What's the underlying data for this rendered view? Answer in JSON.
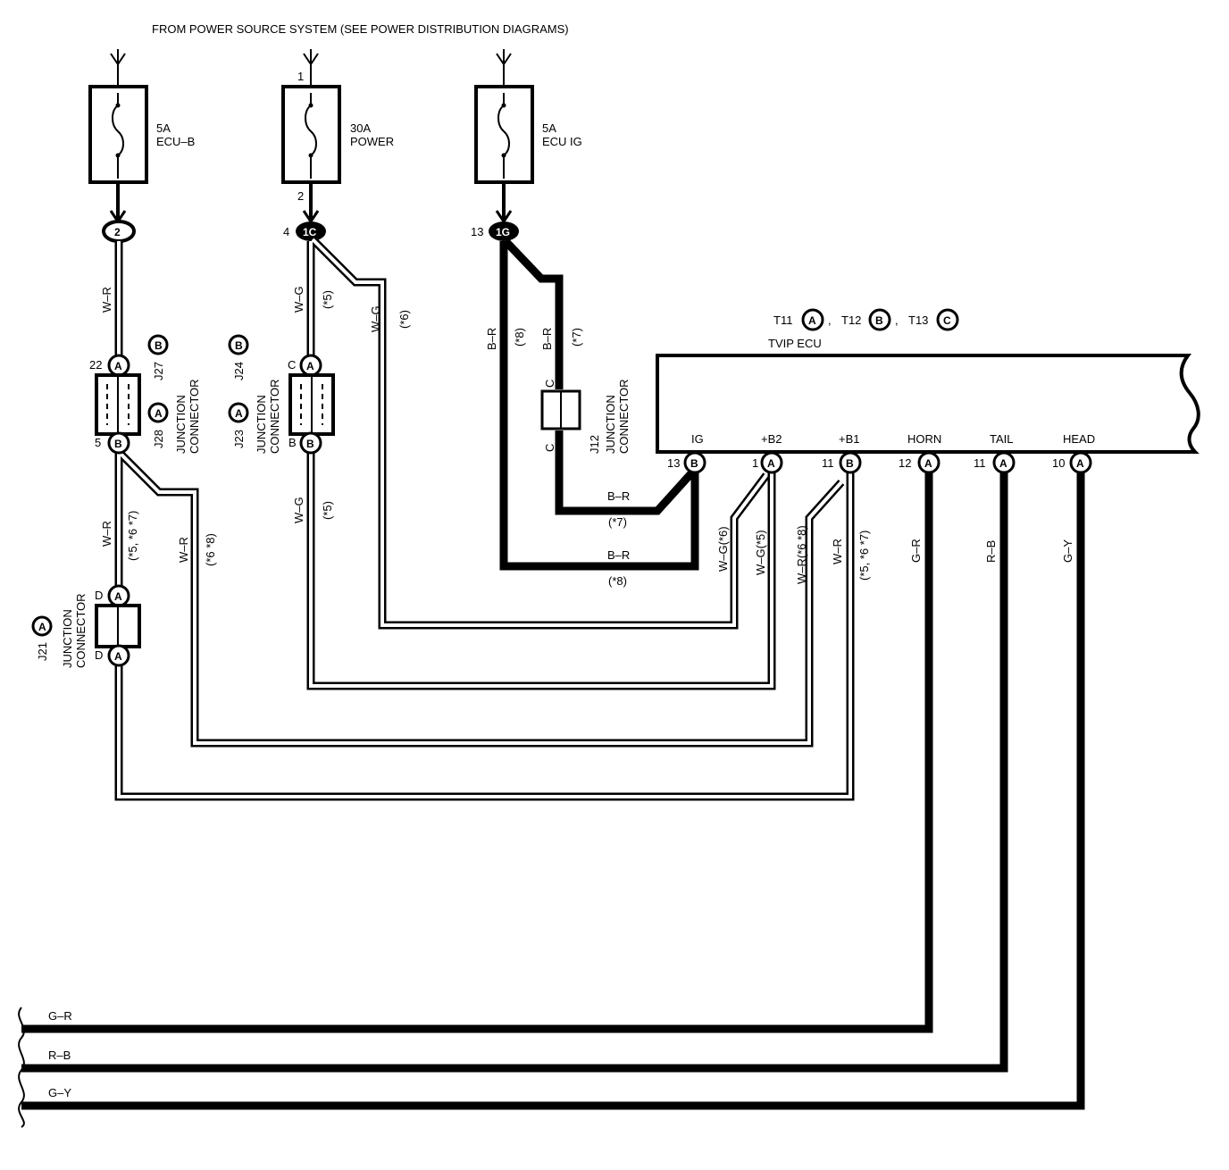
{
  "header": "FROM POWER SOURCE SYSTEM  (SEE POWER DISTRIBUTION DIAGRAMS)",
  "fuses": [
    {
      "rating": "5A",
      "name": "ECU–B"
    },
    {
      "rating": "30A",
      "name": "POWER"
    },
    {
      "rating": "5A",
      "name": "ECU IG"
    }
  ],
  "fuse_pins": {
    "power_in": "1",
    "power_out": "2"
  },
  "connectors_top": {
    "c1": {
      "label": "2"
    },
    "c2": {
      "pin": "4",
      "label": "1C"
    },
    "c3": {
      "pin": "13",
      "label": "1G"
    }
  },
  "ecu": {
    "refs": [
      {
        "name": "T11",
        "letter": "A"
      },
      {
        "name": "T12",
        "letter": "B"
      },
      {
        "name": "T13",
        "letter": "C"
      }
    ],
    "name": "TVIP ECU",
    "terminals": [
      {
        "label": "IG",
        "pin": "13",
        "letter": "B"
      },
      {
        "label": "+B2",
        "pin": "1",
        "letter": "A"
      },
      {
        "label": "+B1",
        "pin": "11",
        "letter": "B"
      },
      {
        "label": "HORN",
        "pin": "12",
        "letter": "A"
      },
      {
        "label": "TAIL",
        "pin": "11",
        "letter": "A"
      },
      {
        "label": "HEAD",
        "pin": "10",
        "letter": "A"
      }
    ]
  },
  "junctions": {
    "j27_j28": {
      "top_pin": "22",
      "top_letter": "A",
      "bottom_pin": "5",
      "bottom_letter": "B",
      "ref1": "J27",
      "ref1_letter": "B",
      "ref2": "J28",
      "ref2_letter": "A",
      "caption1": "JUNCTION",
      "caption2": "CONNECTOR"
    },
    "j23_j24": {
      "top_pin": "C",
      "top_letter": "A",
      "bottom_pin": "B",
      "bottom_letter": "B",
      "ref1": "J24",
      "ref1_letter": "B",
      "ref2": "J23",
      "ref2_letter": "A",
      "caption1": "JUNCTION",
      "caption2": "CONNECTOR"
    },
    "j12": {
      "top_pin": "C",
      "bottom_pin": "C",
      "ref": "J12",
      "caption1": "JUNCTION",
      "caption2": "CONNECTOR"
    },
    "j21": {
      "top_pin": "D",
      "top_letter": "A",
      "bottom_pin": "D",
      "bottom_letter": "A",
      "ref": "J21",
      "ref_letter": "A",
      "caption1": "JUNCTION",
      "caption2": "CONNECTOR"
    }
  },
  "wire_labels": {
    "wr_top": "W–R",
    "wg_top": "W–G",
    "wg_top_note": "(*5)",
    "wg_branch": "W–G",
    "wg_branch_note": "(*6)",
    "br_8": "B–R",
    "br_8_note": "(*8)",
    "br_7": "B–R",
    "br_7_note": "(*7)",
    "wr_mid": "W–R",
    "wr_mid_note": "(*5, *6 *7)",
    "wr_branch": "W–R",
    "wr_branch_note": "(*6 *8)",
    "wg_lower": "W–G",
    "wg_lower_note": "(*5)",
    "br_ig7": "B–R",
    "br_ig7_note": "(*7)",
    "br_ig8": "B–R",
    "br_ig8_note": "(*8)",
    "wg_b2a": "W–G(*6)",
    "wg_b2b": "W–G(*5)",
    "wr_b1a": "W–R(*6 *8)",
    "wr_b1b": "W–R",
    "wr_b1b_note": "(*5, *6 *7)",
    "horn_wire": "G–R",
    "tail_wire": "R–B",
    "head_wire": "G–Y",
    "bus_gr": "G–R",
    "bus_rb": "R–B",
    "bus_gy": "G–Y"
  }
}
